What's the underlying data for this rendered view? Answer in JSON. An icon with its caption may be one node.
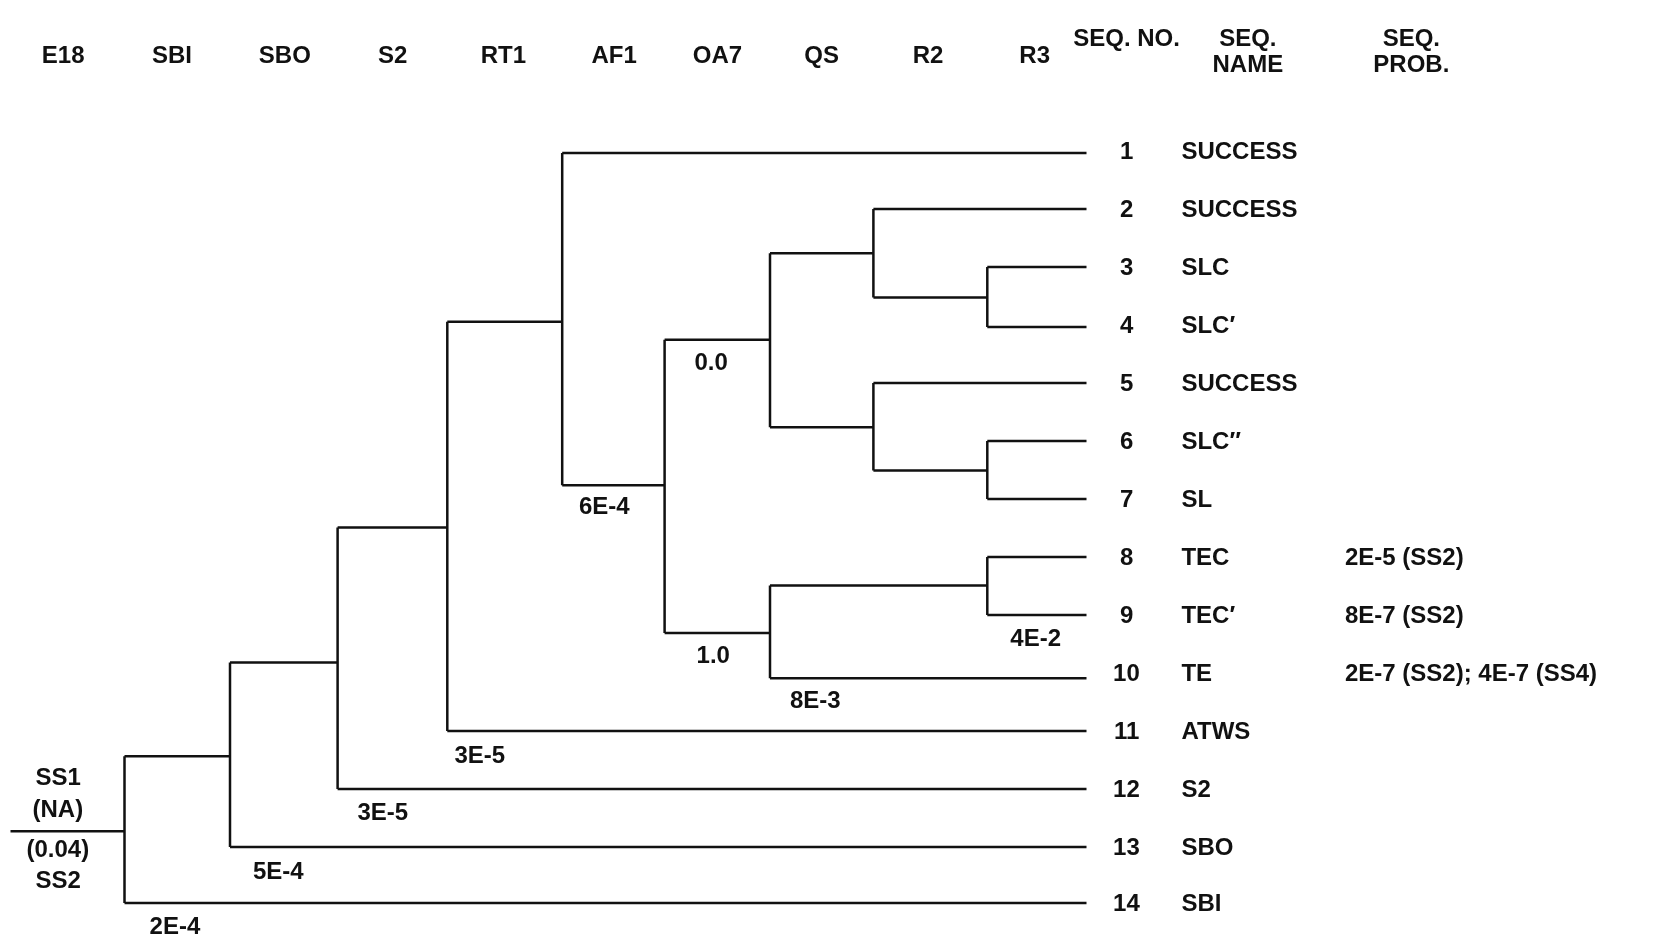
{
  "diagram": {
    "labels": [
      "E18",
      "SBI",
      "SBO",
      "S2",
      "RT1",
      "AF1",
      "OA7",
      "QS",
      "R2",
      "R3",
      "SEQ. NO.",
      "SEQ. NAME",
      "SEQ. PROB.",
      "1",
      "SUCCESS",
      "2",
      "SUCCESS",
      "3",
      "SLC",
      "4",
      "SLC′",
      "0.0",
      "5",
      "SUCCESS",
      "6",
      "SLC″",
      "6E-4",
      "7",
      "SL",
      "8",
      "TEC",
      "2E-5 (SS2)",
      "9",
      "TEC′",
      "8E-7 (SS2)",
      "4E-2",
      "1.0",
      "10",
      "TE",
      "2E-7 (SS2); 4E-7 (SS4)",
      "8E-3",
      "11",
      "ATWS",
      "3E-5",
      "SS1",
      "(NA)",
      "12",
      "S2",
      "3E-5",
      "(0.04)",
      "13",
      "SBO",
      "SS2",
      "5E-4",
      "14",
      "SBI",
      "2E-4"
    ]
  }
}
